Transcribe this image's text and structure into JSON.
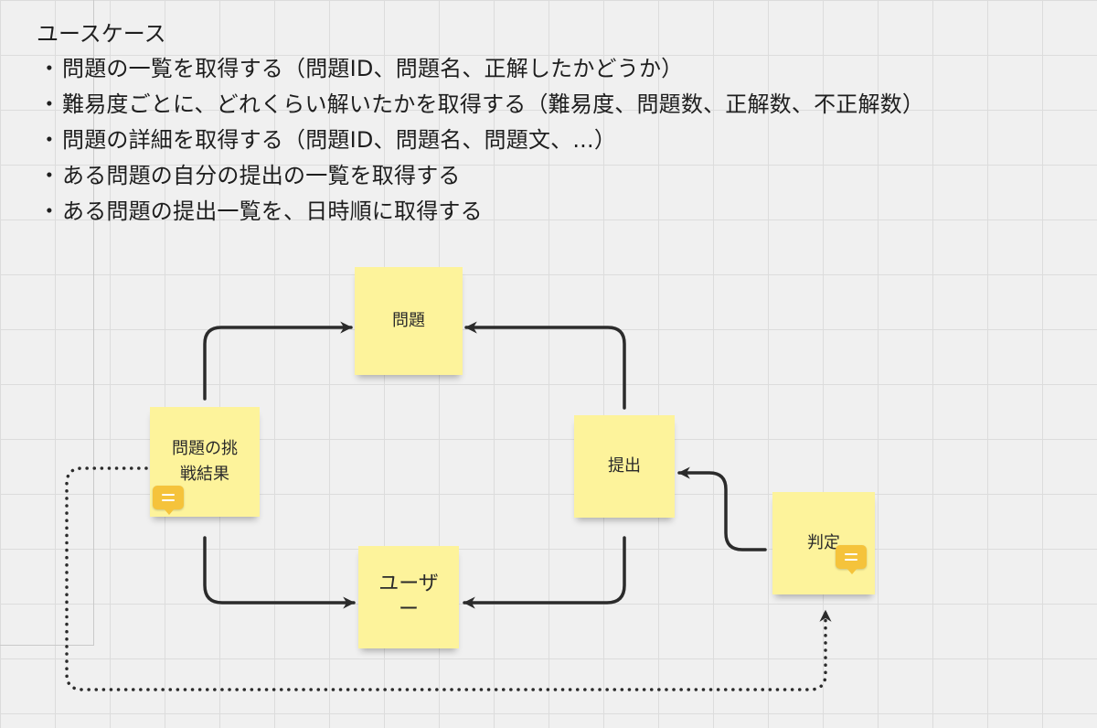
{
  "usecases": {
    "title": "ユースケース",
    "bullet": "・",
    "items": [
      "問題の一覧を取得する（問題ID、問題名、正解したかどうか）",
      "難易度ごとに、どれくらい解いたかを取得する（難易度、問題数、正解数、不正解数）",
      "問題の詳細を取得する（問題ID、問題名、問題文、...）",
      "ある問題の自分の提出の一覧を取得する",
      "ある問題の提出一覧を、日時順に取得する"
    ]
  },
  "notes": {
    "mondai": "問題",
    "result_line1": "問題の挑",
    "result_line2": "戦結果",
    "submit": "提出",
    "user": "ユーザー",
    "judge": "判定"
  },
  "colors": {
    "sticky": "#fdf39b",
    "comment_badge": "#f5c33b",
    "connector": "#2b2b2b",
    "grid": "#dcdcdc",
    "canvas": "#f0f0f0"
  },
  "icons": {
    "comment": "comment-icon",
    "arrowhead": "arrowhead-icon"
  }
}
